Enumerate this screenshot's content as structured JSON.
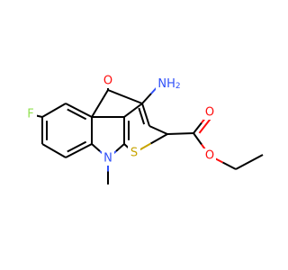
{
  "colors": {
    "carbon": "#000000",
    "oxygen": "#ff0d0d",
    "nitrogen": "#3050f8",
    "sulfur": "#c8a400",
    "fluorine": "#90e050"
  },
  "atoms": {
    "amino": "NH",
    "amino_sub": "2",
    "keto_o": "O",
    "fluoro": "F",
    "ring_n": "N",
    "thio_s": "S",
    "carbonyl_o": "O",
    "ester_o": "O"
  }
}
